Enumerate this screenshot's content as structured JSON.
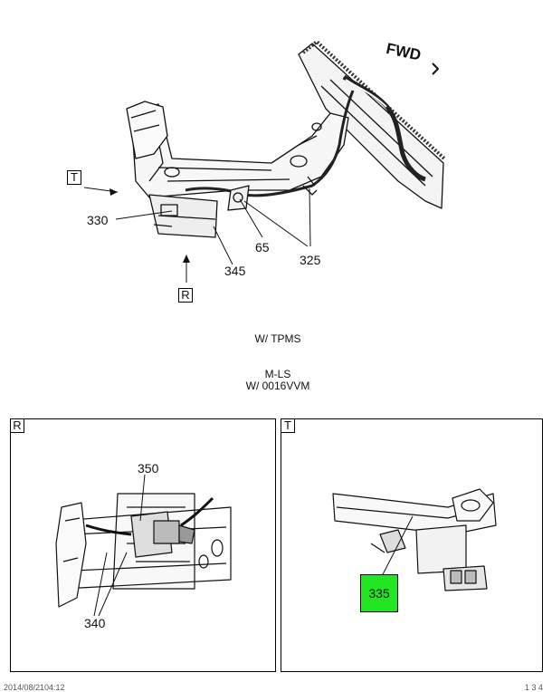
{
  "main_view": {
    "fwd_label": "FWD",
    "view_markers": {
      "t": "T",
      "r": "R"
    },
    "callouts": {
      "c330": "330",
      "c65": "65",
      "c345": "345",
      "c325": "325"
    }
  },
  "caption": {
    "line1": "W/ TPMS",
    "line2": "M-LS",
    "line3": "W/ 0016VVM"
  },
  "detail_r": {
    "label": "R",
    "callouts": {
      "c350": "350",
      "c340": "340"
    }
  },
  "detail_t": {
    "label": "T",
    "callouts": {
      "c335": "335"
    },
    "highlight_color": "#22e622"
  },
  "footer": {
    "left": "2014/08/2104:12",
    "right": "1 3 4"
  }
}
